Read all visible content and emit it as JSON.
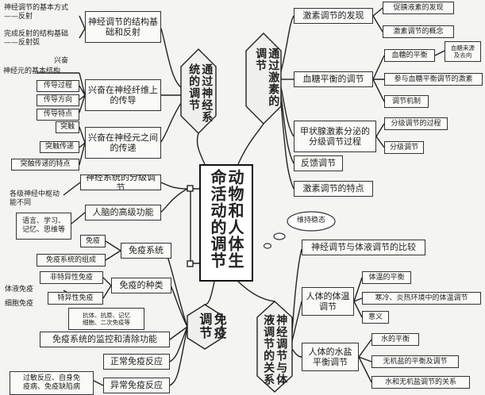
{
  "center": {
    "title": "动物和人体生命活动的调节"
  },
  "cloud": {
    "label": "维持稳态"
  },
  "branches": {
    "nerve": "通过神经系统的调节",
    "hormone": "通过激素的调节",
    "immune": "免疫调节",
    "neurohumoral": "神经调节与体液调节的关系"
  },
  "nerve_side": {
    "structure": "神经调节的结构基础和反射",
    "basic_mode": "神经调节的基本方式——反射",
    "reflex_complete": "完成反射的结构基础——反射弧",
    "excite": "兴奋",
    "neuron_structure": "神经元的基本结构",
    "fiber": "兴奋在神经纤维上的传导",
    "conduct_process": "传导过程",
    "conduct_direction": "传导方向",
    "conduct_feature": "传导特点",
    "between": "兴奋在神经元之间的传递",
    "synapse": "突触",
    "synapse_transfer": "突触传递",
    "synapse_feature": "突触传递的特点",
    "hierarchy": "神经系统的分级调节",
    "levels": "各级神经中枢动能不同",
    "brain": "人脑的高级功能",
    "brain_detail": "语言、学习、\n记忆、思维等"
  },
  "hormone_side": {
    "discovery": "激素调节的发现",
    "secretin": "促胰液素的发现",
    "concept": "激素调节的概念",
    "glucose": "血糖平衡的调节",
    "glucose_balance": "血糖的平衡",
    "glucose_src": "血糖来源\n及去向",
    "glucose_hormones": "参与血糖平衡调节的激素",
    "glucose_mech": "调节机制",
    "thyroid": "甲状腺激素分泌的分级调节过程",
    "tiered": "分级调节的过程",
    "feedback_reg": "分级调节",
    "feedback": "反馈调节",
    "features": "激素调节的特点"
  },
  "immune_side": {
    "system": "免疫系统",
    "immune_word": "免疫",
    "composition": "免疫系统的组成",
    "types": "免疫的种类",
    "nonspecific": "非特异性免疫",
    "specific": "特异性免疫",
    "humoral": "体液免疫",
    "cellular": "细胞免疫",
    "antigen": "抗体、抗原、记忆\n细胞、二次免疫等",
    "monitor": "免疫系统的监控和清除功能",
    "normal": "正常免疫反应",
    "abnormal": "异常免疫反应",
    "abnormal_detail": "过敏反应、自身免\n疫病、免疫缺陷病"
  },
  "neuro_side": {
    "compare": "神经调节与体液调节的比较",
    "temp": "人体的体温调节",
    "temp_balance": "体温的平衡",
    "temp_env": "寒冷、炎热环境中的体温调节",
    "meaning": "意义",
    "water_salt": "人体的水盐平衡调节",
    "water_balance": "水的平衡",
    "salt_balance": "无机盐的平衡及调节",
    "relation": "水和无机盐调节的关系"
  }
}
